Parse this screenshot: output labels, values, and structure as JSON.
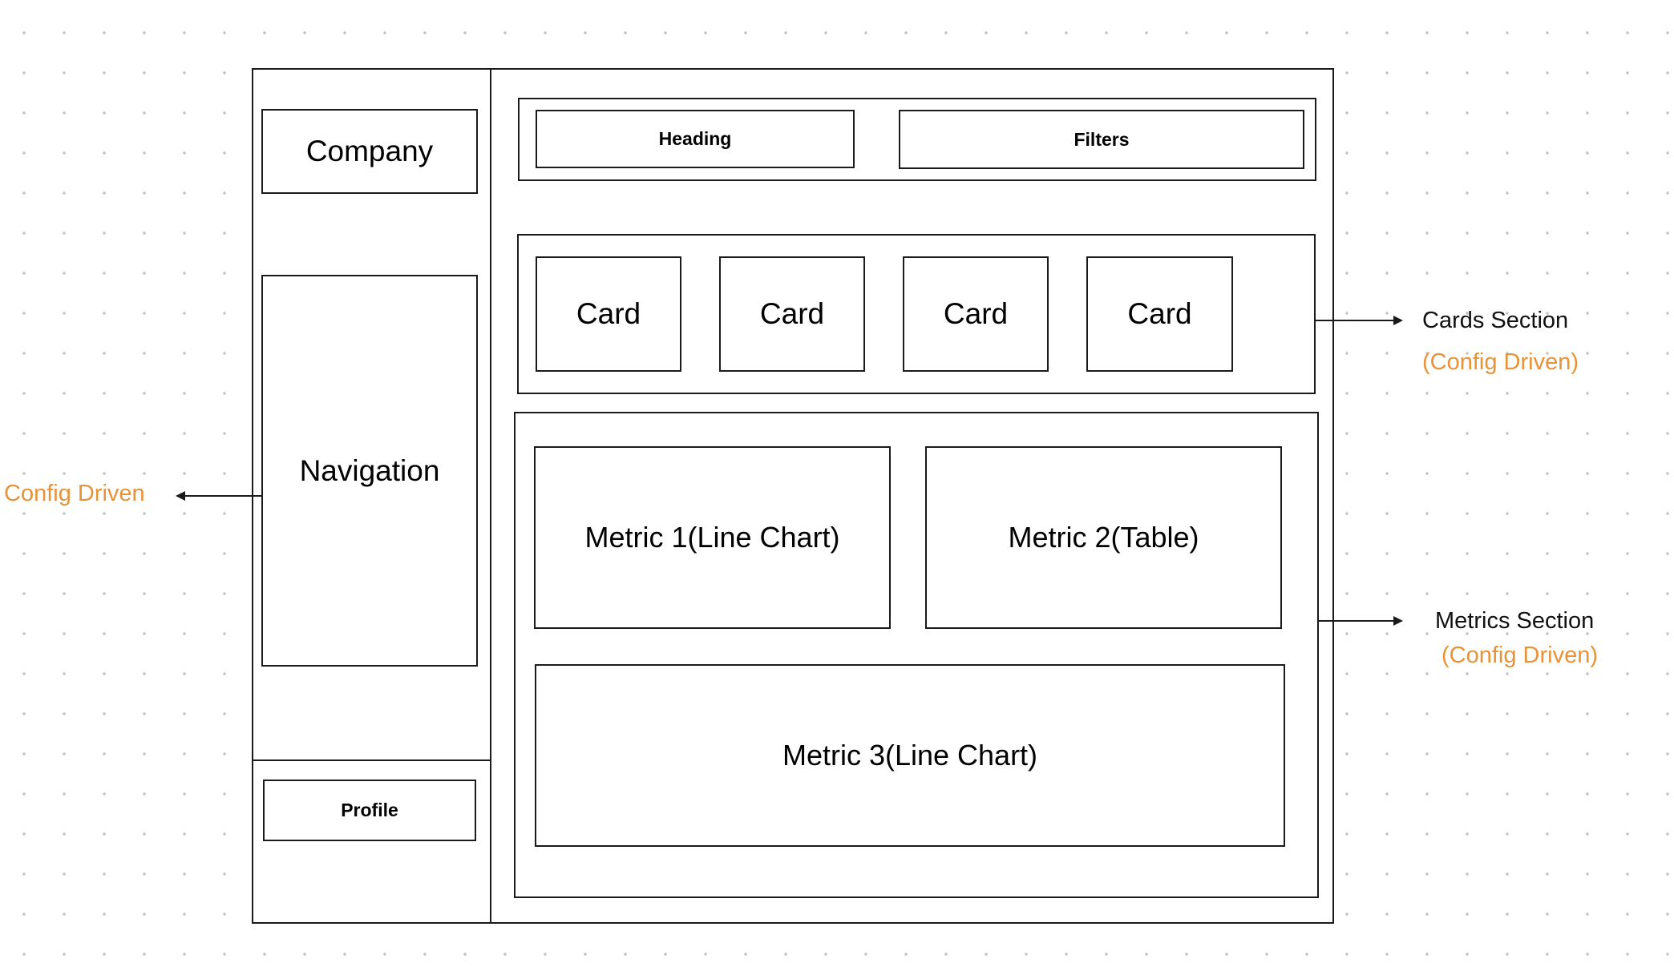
{
  "sidebar": {
    "company": "Company",
    "navigation": "Navigation",
    "profile": "Profile"
  },
  "header": {
    "heading": "Heading",
    "filters": "Filters"
  },
  "cards": [
    "Card",
    "Card",
    "Card",
    "Card"
  ],
  "metrics": {
    "metric1": "Metric 1(Line Chart)",
    "metric2": "Metric 2(Table)",
    "metric3": "Metric 3(Line Chart)"
  },
  "annotations": {
    "nav_note": "Config Driven",
    "cards_title": "Cards Section",
    "cards_note": "(Config Driven)",
    "metrics_title": "Metrics Section",
    "metrics_note": "(Config Driven)"
  },
  "colors": {
    "accent": "#e8923a",
    "stroke": "#1a1a1a",
    "grid_dot": "#c4c4c4"
  }
}
